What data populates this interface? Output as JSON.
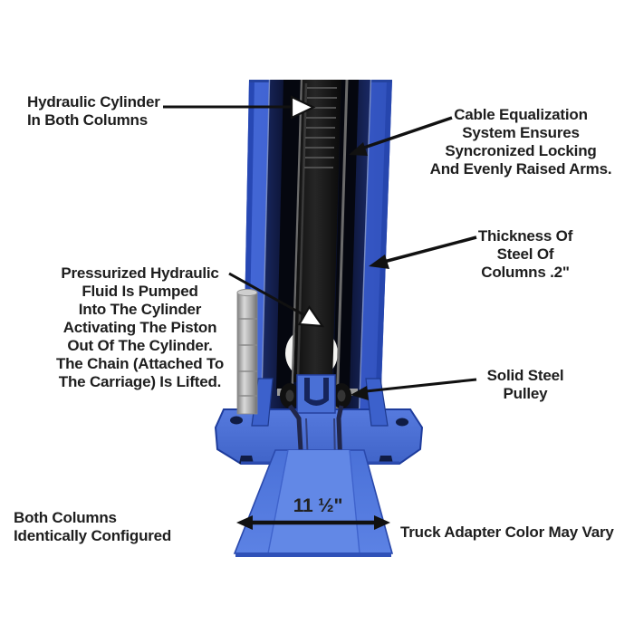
{
  "title": "Two-post lift column diagram",
  "labels": {
    "hydraulic_cylinder": "Hydraulic Cylinder\nIn Both Columns",
    "cable_equalization": "Cable Equalization\nSystem Ensures\nSyncronized Locking\nAnd Evenly Raised Arms.",
    "thickness": "Thickness Of\nSteel Of\nColumns .2\"",
    "pressurized": "Pressurized Hydraulic\nFluid Is Pumped\nInto The Cylinder\nActivating The Piston\nOut Of The Cylinder.\nThe Chain (Attached To\nThe Carriage) Is Lifted.",
    "solid_pulley": "Solid Steel\nPulley",
    "both_columns": "Both Columns\nIdentically Configured",
    "truck_adapter": "Truck Adapter Color May Vary",
    "measurement": "11 ½\""
  },
  "theme": {
    "column_blue": "#3b5dce",
    "column_edge_dark": "#1e3a9a",
    "channel_navy": "#131d4a",
    "channel_shadow": "#05070f",
    "cylinder_black": "#181818",
    "chain_ring": "#4f4f4f",
    "cable_gray": "#6b6b6b",
    "plate_blue": "#4a70d4",
    "plate_edge": "#1e3c9c",
    "hole_navy": "#101c44",
    "ramp_blue": "#5077dc",
    "ramp_light": "#6288e6",
    "ramp_edge": "#2f51b8",
    "steel_light": "#d9d9d9",
    "steel_dark": "#7a7a7a",
    "arrow_black": "#111111",
    "text_color": "#1e1e1e"
  }
}
